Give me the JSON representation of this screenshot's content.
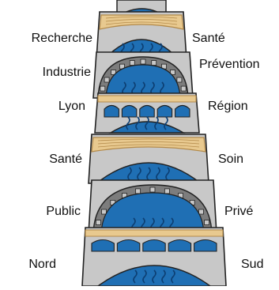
{
  "left_labels": [
    "Recherche",
    "Industrie",
    "Lyon",
    "Santé",
    "Public",
    "Nord"
  ],
  "right_labels": [
    "Santé",
    "Prévention",
    "Région",
    "Soin",
    "Privé",
    "Sud"
  ],
  "segments": [
    {
      "style": "plain-arch"
    },
    {
      "style": "gear-arch"
    },
    {
      "style": "windowed-arch"
    },
    {
      "style": "plain-arch"
    },
    {
      "style": "gear-arch"
    },
    {
      "style": "windowed-arch"
    }
  ],
  "colors": {
    "stone": "#c8c8c8",
    "stone_dark": "#7d7d7d",
    "sand": "#e8c98f",
    "sand_dark": "#b38a4a",
    "water": "#1f6fb4",
    "water_dark": "#0d3f73",
    "outline": "#222222"
  }
}
